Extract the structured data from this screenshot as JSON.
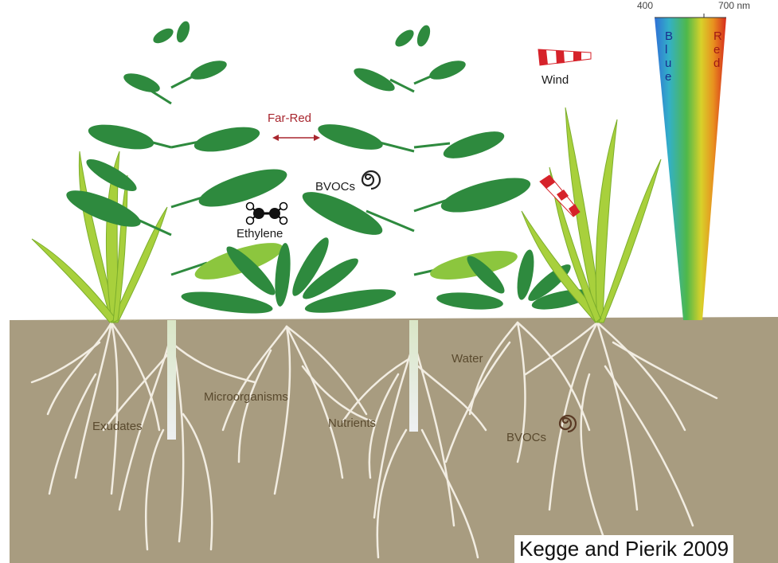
{
  "labels": {
    "far_red": "Far-Red",
    "bvocs_air": "BVOCs",
    "ethylene": "Ethylene",
    "wind": "Wind",
    "water": "Water",
    "microorganisms": "Microorganisms",
    "exudates": "Exudates",
    "nutrients": "Nutrients",
    "bvocs_soil": "BVOCs"
  },
  "spectrum": {
    "min_label": "400",
    "max_label": "700 nm",
    "blue_word": "Blue",
    "red_word": "Red",
    "colors": [
      "#2f6fd6",
      "#33b0c8",
      "#4fb84a",
      "#d8d12a",
      "#e8901f",
      "#d62a1c"
    ]
  },
  "citation": "Kegge and Pierik 2009",
  "colors": {
    "soil": "#a89c80",
    "root": "#f2ede2",
    "leaf_dark": "#2e8a3e",
    "leaf_light": "#a8d03c",
    "stem": "#3a9a45",
    "windsock": "#d6222a",
    "far_red_arrow": "#a8262e",
    "soil_text": "#5a4a2e"
  }
}
